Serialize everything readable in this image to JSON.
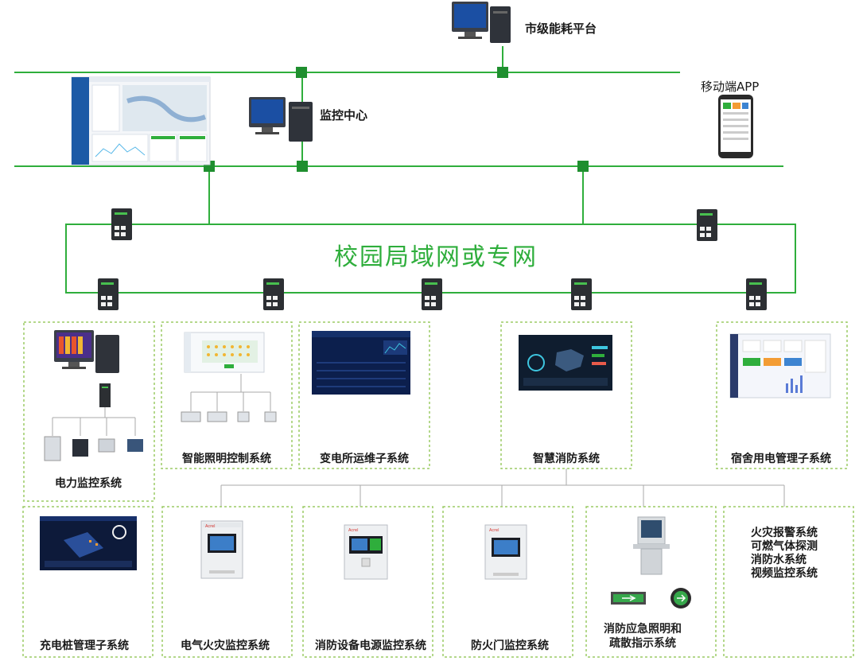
{
  "top_nodes": {
    "city_platform": "市级能耗平台",
    "monitor_center": "监控中心",
    "mobile_app": "移动端APP"
  },
  "network": {
    "title": "校园局域网或专网"
  },
  "subsystems_row1": {
    "power_monitoring": "电力监控系统",
    "smart_lighting": "智能照明控制系统",
    "substation_om": "变电所运维子系统",
    "smart_fire": "智慧消防系统",
    "dorm_power": "宿舍用电管理子系统"
  },
  "subsystems_row2": {
    "ev_charging": "充电桩管理子系统",
    "electrical_fire": "电气火灾监控系统",
    "fire_equipment_power": "消防设备电源监控系统",
    "fire_door": "防火门监控系统",
    "emergency_lighting_line1": "消防应急照明和",
    "emergency_lighting_line2": "疏散指示系统",
    "other_systems": [
      "火灾报警系统",
      "可燃气体探测",
      "消防水系统",
      "视频监控系统"
    ]
  },
  "colors": {
    "line_green": "#2fae3c",
    "node_green": "#1f8f2f",
    "box_border": "#9ccc65",
    "title_green": "#2fae3c"
  },
  "icons": [
    "computer-icon",
    "network-switch-icon",
    "phone-icon",
    "dashboard-screenshot-icon",
    "control-cabinet-icon",
    "kiosk-icon",
    "exit-sign-icon",
    "emergency-light-icon",
    "meter-icon"
  ]
}
